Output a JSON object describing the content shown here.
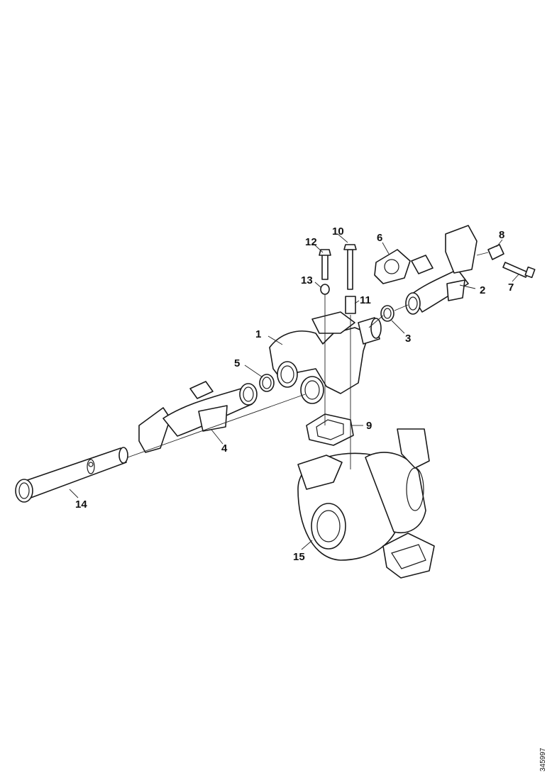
{
  "document_id": "345997",
  "callouts": {
    "c1": "1",
    "c2": "2",
    "c3": "3",
    "c4": "4",
    "c5": "5",
    "c6": "6",
    "c7": "7",
    "c8": "8",
    "c9": "9",
    "c10": "10",
    "c11": "11",
    "c12": "12",
    "c13": "13",
    "c14": "14",
    "c15": "15"
  }
}
